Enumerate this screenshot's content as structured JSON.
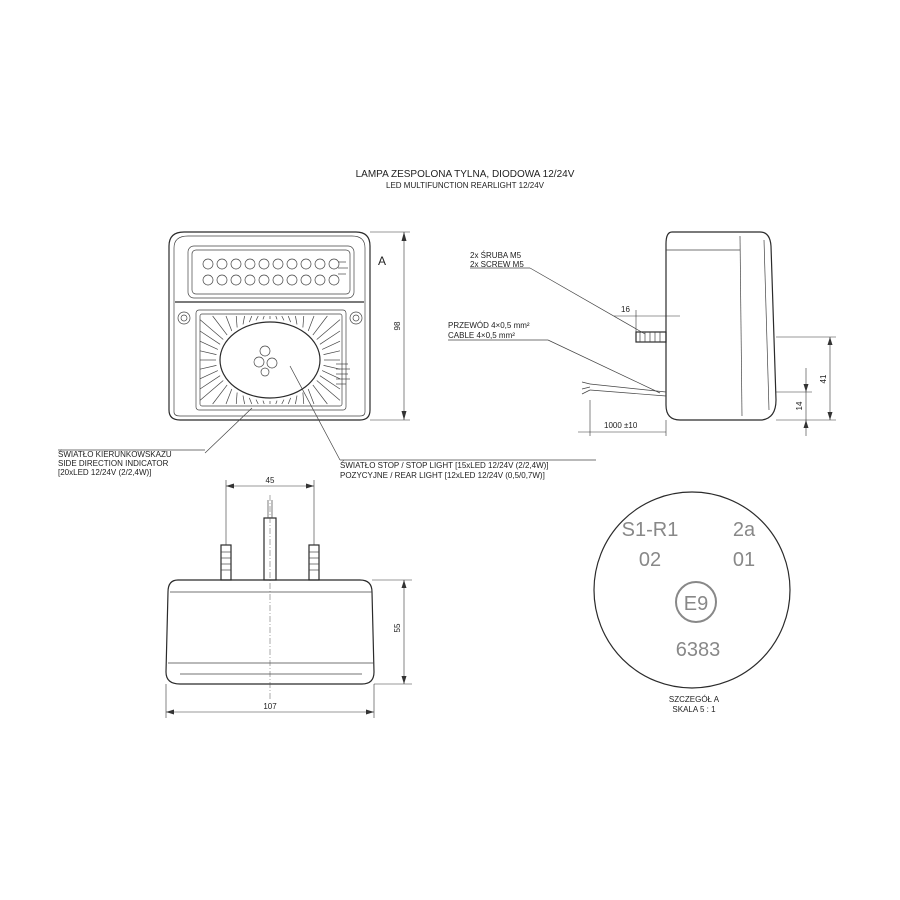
{
  "title_pl": "LAMPA ZESPOLONA TYLNA, DIODOWA 12/24V",
  "title_en": "LED MULTIFUNCTION REARLIGHT 12/24V",
  "view_label": "A",
  "callouts": {
    "screw_pl": "2x ŚRUBA M5",
    "screw_en": "2x SCREW M5",
    "cable_pl": "PRZEWÓD 4×0,5 mm²",
    "cable_en": "CABLE 4×0,5 mm²",
    "indicator_pl": "ŚWIATŁO KIERUNKOWSKAZU",
    "indicator_en": "SIDE DIRECTION INDICATOR",
    "indicator_spec": "[20xLED 12/24V (2/2,4W)]",
    "stop_line": "ŚWIATŁO STOP / STOP LIGHT [15xLED 12/24V (2/2,4W)]",
    "position_line": "POZYCYJNE  / REAR LIGHT [12xLED 12/24V (0,5/0,7W)]"
  },
  "dimensions": {
    "front_height": "98",
    "stud_length": "16",
    "cable_length": "1000 ±10",
    "side_41": "41",
    "side_14": "14",
    "stud_spacing": "45",
    "bottom_height": "55",
    "bottom_width": "107"
  },
  "detail": {
    "code_left": "S1-R1",
    "code_right": "2a",
    "num_left": "02",
    "num_right": "01",
    "mark": "E9",
    "approval": "6383",
    "caption_1": "SZCZEGÓŁ A",
    "caption_2": "SKALA 5 : 1"
  }
}
